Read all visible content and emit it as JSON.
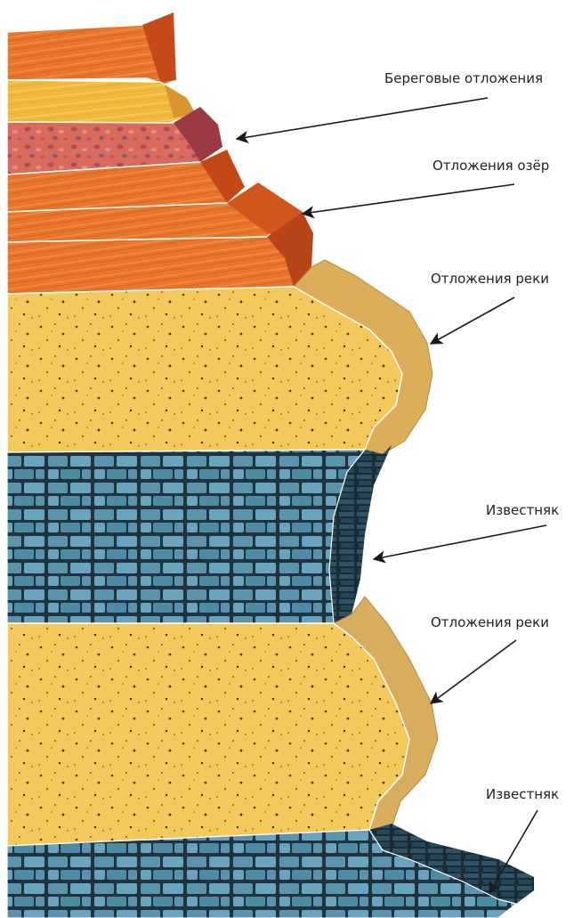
{
  "labels": {
    "beregovye": "Береговые отложения",
    "ozer": "Отложения озёр",
    "reki_1": "Отложения реки",
    "izvestnyak_1": "Известняк",
    "reki_2": "Отложения реки",
    "izvestnyak_2": "Известняк"
  },
  "colors": {
    "orange_stratum": "#e8752c",
    "orange_dark": "#c9521a",
    "yellow_stratum": "#f0b93a",
    "pink_pebbly": "#d9706a",
    "sand": "#f2c95a",
    "sand_side": "#dcae5a",
    "limestone": "#5b93ad",
    "limestone_dark": "#2c4f60",
    "mortar": "#1f3440"
  }
}
